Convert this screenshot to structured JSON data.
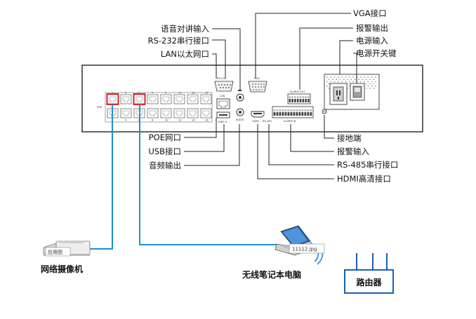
{
  "labels": {
    "voice_intercom": "语音对讲输入",
    "rs232": "RS-232串行接口",
    "lan": "LAN以太网口",
    "vga": "VGA接口",
    "alarm_out": "报警输出",
    "power_in": "电源输入",
    "power_switch": "电源开关键",
    "poe": "POE网口",
    "usb": "USB接口",
    "audio_out": "音频输出",
    "ground": "接地端",
    "alarm_in": "报警输入",
    "rs485": "RS-485串行接口",
    "hdmi": "HDMI高清接口"
  },
  "panel_labels": {
    "poe_tag": "POE",
    "rs232_tag": "RS-232",
    "lan_tag": "LAN",
    "vga_tag": "VGA",
    "usb_tag": "USB2.0",
    "hdmi_tag": "HDMI",
    "audio_tag": "AUDIO",
    "alarm_out_tag": "ALARM OUT",
    "alarm_in_tag": "ALARM IN",
    "rs485_tag": "RS-485"
  },
  "port_numbers_top": [
    "1",
    "3",
    "5",
    "7",
    "9",
    "11",
    "13",
    "15"
  ],
  "port_numbers_bottom": [
    "2",
    "4",
    "6",
    "8",
    "10",
    "12",
    "14",
    "16"
  ],
  "devices": {
    "camera": "网络摄像机",
    "camera_tag": "应用图",
    "laptop": "无线笔记本电脑",
    "laptop_tag": "11112.jpg",
    "router": "路由器"
  },
  "colors": {
    "cable": "#1e8fd6",
    "highlight": "#d9272e",
    "line": "#222222"
  }
}
